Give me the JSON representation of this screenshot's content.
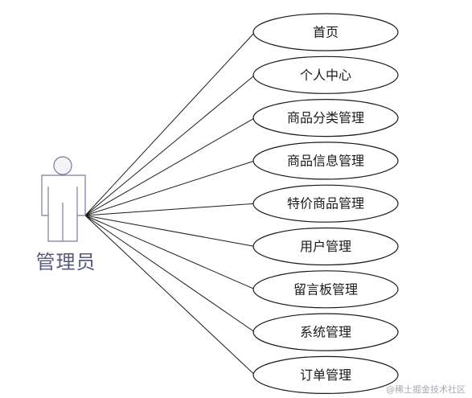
{
  "actor": {
    "label": "管理员",
    "icon": "person-icon",
    "colors": {
      "head_fill": "#f4f4f6",
      "body_fill": "#ffffff",
      "outline": "#7a7aa0"
    }
  },
  "use_cases": [
    {
      "label": "首页"
    },
    {
      "label": "个人中心"
    },
    {
      "label": "商品分类管理"
    },
    {
      "label": "商品信息管理"
    },
    {
      "label": "特价商品管理"
    },
    {
      "label": "用户管理"
    },
    {
      "label": "留言板管理"
    },
    {
      "label": "系统管理"
    },
    {
      "label": "订单管理"
    }
  ],
  "watermark": "@稀土掘金技术社区",
  "colors": {
    "line": "#1a1a1a",
    "ellipse_stroke": "#1a1a1a",
    "ellipse_fill": "#ffffff"
  }
}
